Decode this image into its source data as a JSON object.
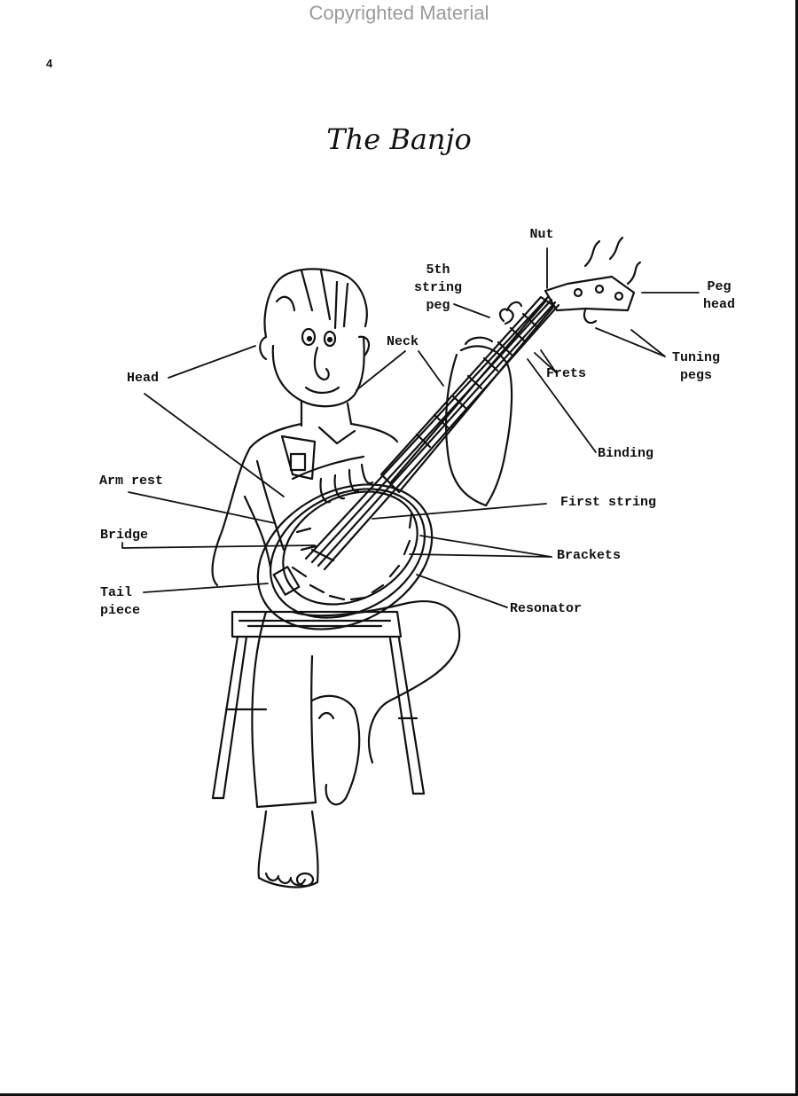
{
  "watermark": "Copyrighted Material",
  "page_number": "4",
  "title": "The Banjo",
  "labels": {
    "nut": "Nut",
    "fifth_string_peg": [
      "5th",
      "string",
      "peg"
    ],
    "peg_head": [
      "Peg",
      "head"
    ],
    "neck": "Neck",
    "head": "Head",
    "tuning_pegs": [
      "Tuning",
      "pegs"
    ],
    "frets": "Frets",
    "binding": "Binding",
    "arm_rest": "Arm rest",
    "first_string": "First string",
    "bridge": "Bridge",
    "brackets": "Brackets",
    "tail_piece": [
      "Tail",
      "piece"
    ],
    "resonator": "Resonator"
  }
}
